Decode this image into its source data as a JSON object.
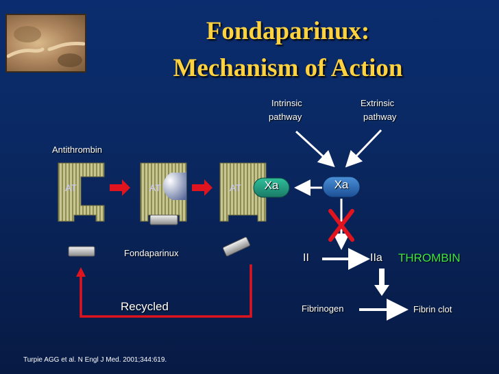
{
  "title_line1": "Fondaparinux:",
  "title_line2": "Mechanism of Action",
  "intrinsic_line1": "Intrinsic",
  "intrinsic_line2": "pathway",
  "extrinsic_line1": "Extrinsic",
  "extrinsic_line2": "pathway",
  "antithrombin_label": "Antithrombin",
  "at_label": "AT",
  "xa_label": "Xa",
  "fondaparinux_label": "Fondaparinux",
  "recycled_label": "Recycled",
  "prothrombin_label": "II",
  "thrombin_label": "IIa",
  "thrombin_name": "THROMBIN",
  "fibrinogen_label": "Fibrinogen",
  "fibrin_clot_label": "Fibrin clot",
  "citation": "Turpie AGG et al. N Engl J Med. 2001;344:619.",
  "colors": {
    "title": "#ffd23f",
    "thrombin": "#3ee840",
    "arrow_red": "#e0141e",
    "block_arrow_white": "#ffffff"
  },
  "icons": [
    "creation-of-adam-painting",
    "red-x-icon",
    "fondaparinux-pentasaccharide-icon"
  ]
}
